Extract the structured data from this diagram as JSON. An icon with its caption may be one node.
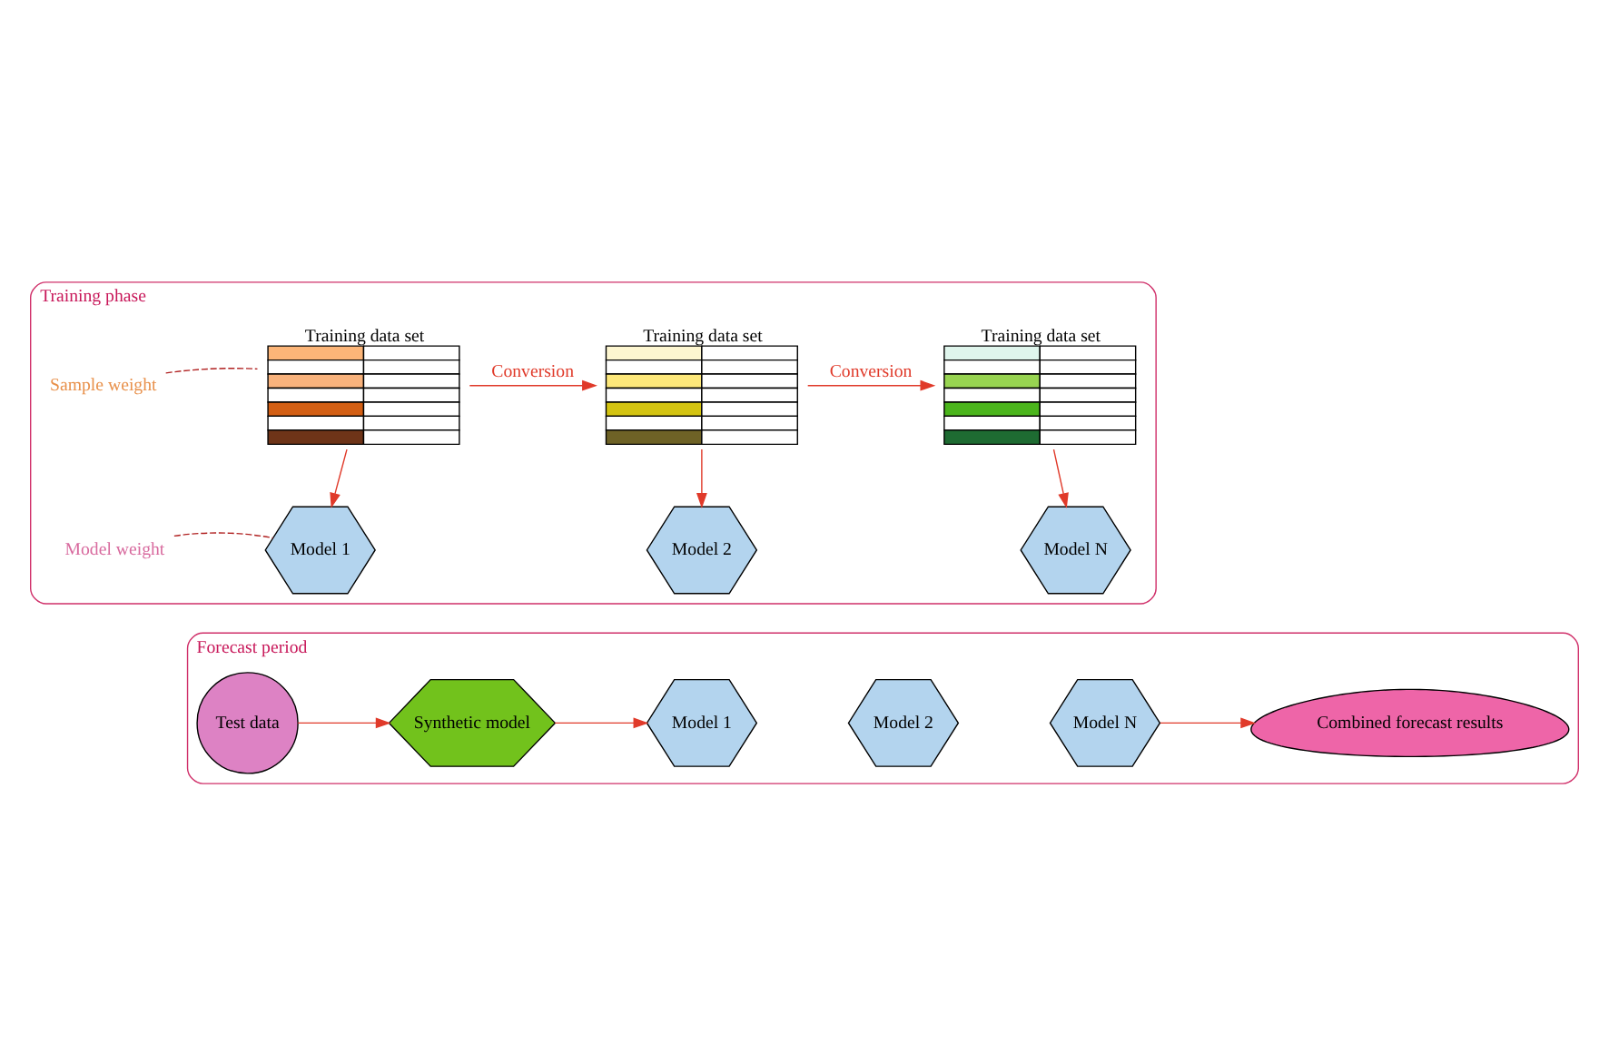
{
  "diagram": {
    "nodes": [
      {
        "text": [
          "Training phase"
        ]
      },
      {
        "text": [
          "Training data set"
        ],
        "in": 0
      },
      {
        "text": [
          "Training data set"
        ],
        "in": 0
      },
      {
        "text": [
          "Training data set"
        ],
        "in": 0
      },
      {
        "text": [
          "Model 1"
        ],
        "in": 0
      },
      {
        "text": [
          "Model 2"
        ],
        "in": 0
      },
      {
        "text": [
          "Model N"
        ],
        "in": 0
      },
      {
        "text": [
          "Sample weight"
        ],
        "in": 0
      },
      {
        "text": [
          "Model weight"
        ],
        "in": 0
      },
      {
        "text": [
          "Forecast period"
        ]
      },
      {
        "text": [
          "Test data"
        ],
        "in": 9
      },
      {
        "text": [
          "Synthetic model"
        ],
        "in": 9
      },
      {
        "text": [
          "Model 1"
        ],
        "in": 9
      },
      {
        "text": [
          "Model 2"
        ],
        "in": 9
      },
      {
        "text": [
          "Model N"
        ],
        "in": 9
      },
      {
        "text": [
          "Combined forecast results"
        ],
        "in": 9
      }
    ],
    "edges": [
      {
        "from": 1,
        "to": 2,
        "arrow": "to",
        "label": "Conversion"
      },
      {
        "from": 2,
        "to": 3,
        "arrow": "to",
        "label": "Conversion"
      },
      {
        "from": 1,
        "to": 4,
        "arrow": "to"
      },
      {
        "from": 2,
        "to": 5,
        "arrow": "to"
      },
      {
        "from": 3,
        "to": 6,
        "arrow": "to"
      },
      {
        "from": 7,
        "to": 1,
        "arrow": "none",
        "style": "dashed",
        "color": "#b02020"
      },
      {
        "from": 8,
        "to": 4,
        "arrow": "none",
        "style": "dashed",
        "color": "#b02020"
      },
      {
        "from": 10,
        "to": 11,
        "arrow": "to"
      },
      {
        "from": 11,
        "to": 12,
        "arrow": "to"
      },
      {
        "from": 14,
        "to": 15,
        "arrow": "to"
      }
    ]
  }
}
